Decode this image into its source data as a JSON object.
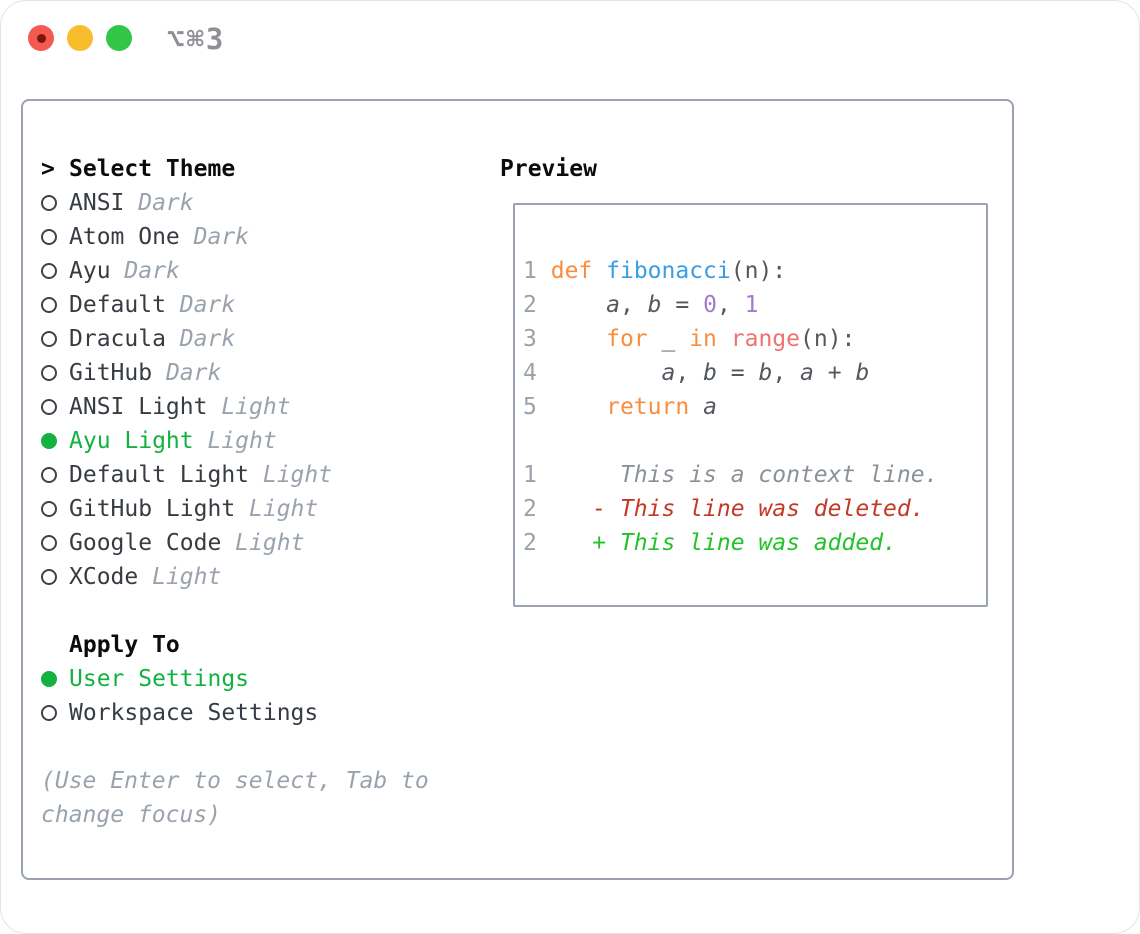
{
  "titlebar": {
    "shortcut": "⌥⌘3",
    "lights": [
      "close",
      "minimize",
      "zoom"
    ]
  },
  "theme_list": {
    "prompt": ">",
    "header": "Select Theme",
    "items": [
      {
        "name": "ANSI",
        "tag": "Dark",
        "selected": false
      },
      {
        "name": "Atom One",
        "tag": "Dark",
        "selected": false
      },
      {
        "name": "Ayu",
        "tag": "Dark",
        "selected": false
      },
      {
        "name": "Default",
        "tag": "Dark",
        "selected": false
      },
      {
        "name": "Dracula",
        "tag": "Dark",
        "selected": false
      },
      {
        "name": "GitHub",
        "tag": "Dark",
        "selected": false
      },
      {
        "name": "ANSI Light",
        "tag": "Light",
        "selected": false
      },
      {
        "name": "Ayu Light",
        "tag": "Light",
        "selected": true
      },
      {
        "name": "Default Light",
        "tag": "Light",
        "selected": false
      },
      {
        "name": "GitHub Light",
        "tag": "Light",
        "selected": false
      },
      {
        "name": "Google Code",
        "tag": "Light",
        "selected": false
      },
      {
        "name": "XCode",
        "tag": "Light",
        "selected": false
      }
    ]
  },
  "apply_to": {
    "header": "Apply To",
    "options": [
      {
        "label": "User Settings",
        "selected": true
      },
      {
        "label": "Workspace Settings",
        "selected": false
      }
    ]
  },
  "hint": {
    "lines": [
      "(Use Enter to select, Tab to",
      "change focus)"
    ]
  },
  "preview": {
    "header": "Preview",
    "code_lines": [
      {
        "num": "1",
        "segs": [
          {
            "t": "def",
            "c": "kw"
          },
          {
            "t": " "
          },
          {
            "t": "fibonacci",
            "c": "fn"
          },
          {
            "t": "(n):"
          }
        ]
      },
      {
        "num": "2",
        "segs": [
          {
            "t": "    "
          },
          {
            "t": "a",
            "i": true
          },
          {
            "t": ", "
          },
          {
            "t": "b",
            "i": true
          },
          {
            "t": " = "
          },
          {
            "t": "0",
            "c": "num"
          },
          {
            "t": ", "
          },
          {
            "t": "1",
            "c": "num"
          }
        ]
      },
      {
        "num": "3",
        "segs": [
          {
            "t": "    "
          },
          {
            "t": "for",
            "c": "kw"
          },
          {
            "t": " _ "
          },
          {
            "t": "in",
            "c": "kw"
          },
          {
            "t": " "
          },
          {
            "t": "range",
            "c": "bi"
          },
          {
            "t": "(n):"
          }
        ]
      },
      {
        "num": "4",
        "segs": [
          {
            "t": "        "
          },
          {
            "t": "a",
            "i": true
          },
          {
            "t": ", "
          },
          {
            "t": "b",
            "i": true
          },
          {
            "t": " = "
          },
          {
            "t": "b",
            "i": true
          },
          {
            "t": ", "
          },
          {
            "t": "a",
            "i": true
          },
          {
            "t": " + "
          },
          {
            "t": "b",
            "i": true
          }
        ]
      },
      {
        "num": "5",
        "segs": [
          {
            "t": "    "
          },
          {
            "t": "return",
            "c": "kw"
          },
          {
            "t": " "
          },
          {
            "t": "a",
            "i": true
          }
        ]
      }
    ],
    "diff_lines": [
      {
        "num": "1",
        "marker": " ",
        "text": "This is a context line.",
        "kind": "context"
      },
      {
        "num": "2",
        "marker": "-",
        "text": "This line was deleted.",
        "kind": "deleted"
      },
      {
        "num": "2",
        "marker": "+",
        "text": "This line was added.",
        "kind": "added"
      }
    ]
  },
  "colors": {
    "panel_border": "#99a2ae",
    "selection_green": "#12b242",
    "keyword_orange": "#fa8d3e",
    "function_blue": "#399ee6",
    "number_purple": "#a37acc",
    "builtin_salmon": "#f07171",
    "code_foreground": "#53585e",
    "line_number_gray": "#9aa1a9",
    "context_gray": "#8a9199",
    "deleted_red": "#c23a27",
    "added_green": "#22c32a",
    "tag_gray": "#9aa3ad",
    "traffic_red": "#f45b50",
    "traffic_yellow": "#f8bd2d",
    "traffic_green": "#31c646"
  }
}
